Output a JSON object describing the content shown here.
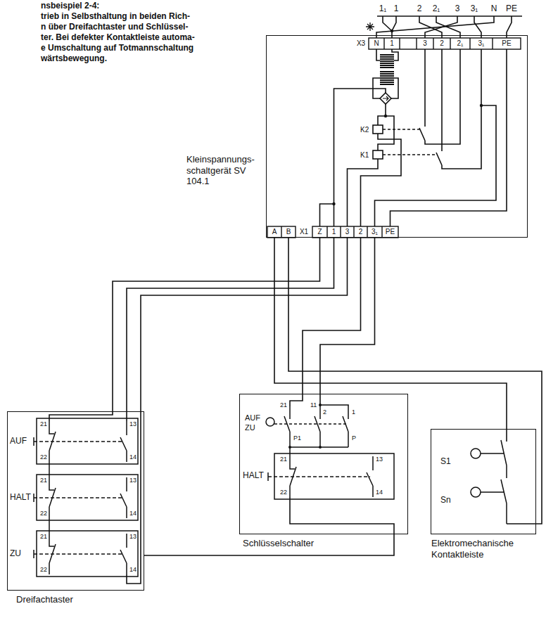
{
  "diagram": {
    "nodes": [
      {
        "text": [
          "Kleinspannungs- schaltgerät SV 104.1"
        ]
      },
      {
        "text": [
          "Dreifachtaster"
        ]
      },
      {
        "text": [
          "Schlüsselschalter"
        ]
      },
      {
        "text": [
          "Elektromechanische Kontaktleiste"
        ]
      }
    ],
    "edges": [
      {
        "from": 0,
        "to": 1,
        "arrow": "none"
      },
      {
        "from": 0,
        "to": 2,
        "arrow": "none"
      },
      {
        "from": 0,
        "to": 3,
        "arrow": "none"
      },
      {
        "from": 1,
        "to": 2,
        "arrow": "none"
      }
    ],
    "labels": [
      "nsbeispiel 2-4:",
      "trieb in Selbsthaltung in beiden Rich-",
      "n über Dreifachtaster und Schlüssel-",
      "ter. Bei defekter Kontaktleiste automa-",
      "e Umschaltung auf Totmannschaltung",
      "wärtsbewegung.",
      "1₁",
      "1",
      "2",
      "2₁",
      "3",
      "3₁",
      "N",
      "PE",
      "X3",
      "N",
      "1",
      "3",
      "2",
      "2₁",
      "3₁",
      "PE",
      "K2",
      "K1",
      "A",
      "B",
      "X1",
      "Z",
      "1",
      "3",
      "2",
      "3₁",
      "PE",
      "AUF",
      "21",
      "22",
      "13",
      "14",
      "HALT",
      "21",
      "22",
      "13",
      "14",
      "ZU",
      "21",
      "22",
      "13",
      "14",
      "AUF",
      "ZU",
      "21",
      "P1",
      "11",
      "2",
      "1",
      "P",
      "HALT",
      "21",
      "22",
      "13",
      "14",
      "S1",
      "Sn"
    ]
  }
}
